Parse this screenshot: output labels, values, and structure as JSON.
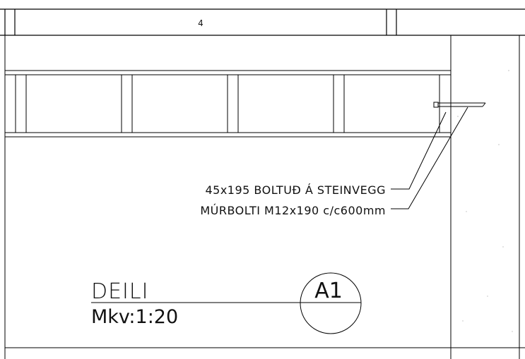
{
  "title_row": {
    "cell_number": "4"
  },
  "annotations": {
    "line1": "45x195 BOLTUÐ Á STEINVEGG",
    "line2": "MÚRBOLTI M12x190 c/c600mm"
  },
  "detail": {
    "title": "DEILI",
    "scale": "Mkv:1:20",
    "reference": "A1"
  },
  "colors": {
    "line": "#000000",
    "paper": "#ffffff"
  }
}
